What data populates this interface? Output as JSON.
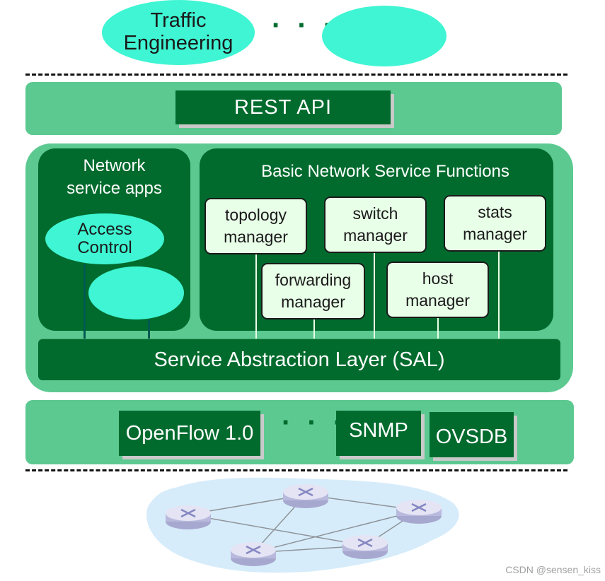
{
  "top_apps": {
    "traffic_engineering": "Traffic\nEngineering",
    "ellipsis": "· · ·"
  },
  "rest_api": "REST API",
  "network_service_apps": {
    "title": "Network\nservice apps",
    "access_control": "Access\nControl"
  },
  "basic_functions": {
    "title": "Basic Network Service Functions",
    "managers": {
      "topology": "topology\nmanager",
      "switch": "switch\nmanager",
      "stats": "stats\nmanager",
      "forwarding": "forwarding\nmanager",
      "host": "host\nmanager"
    }
  },
  "sal": "Service Abstraction Layer (SAL)",
  "southbound": {
    "openflow": "OpenFlow 1.0",
    "ellipsis": "· · ·",
    "snmp": "SNMP",
    "ovsdb": "OVSDB"
  },
  "watermark": "CSDN @sensen_kiss",
  "colors": {
    "ellipse": "#3ff5d3",
    "dark_green": "#006b2d",
    "light_green_panel": "#5cc991",
    "manager_fill": "#e8ffe8",
    "network_cloud": "#d6ecfa"
  }
}
